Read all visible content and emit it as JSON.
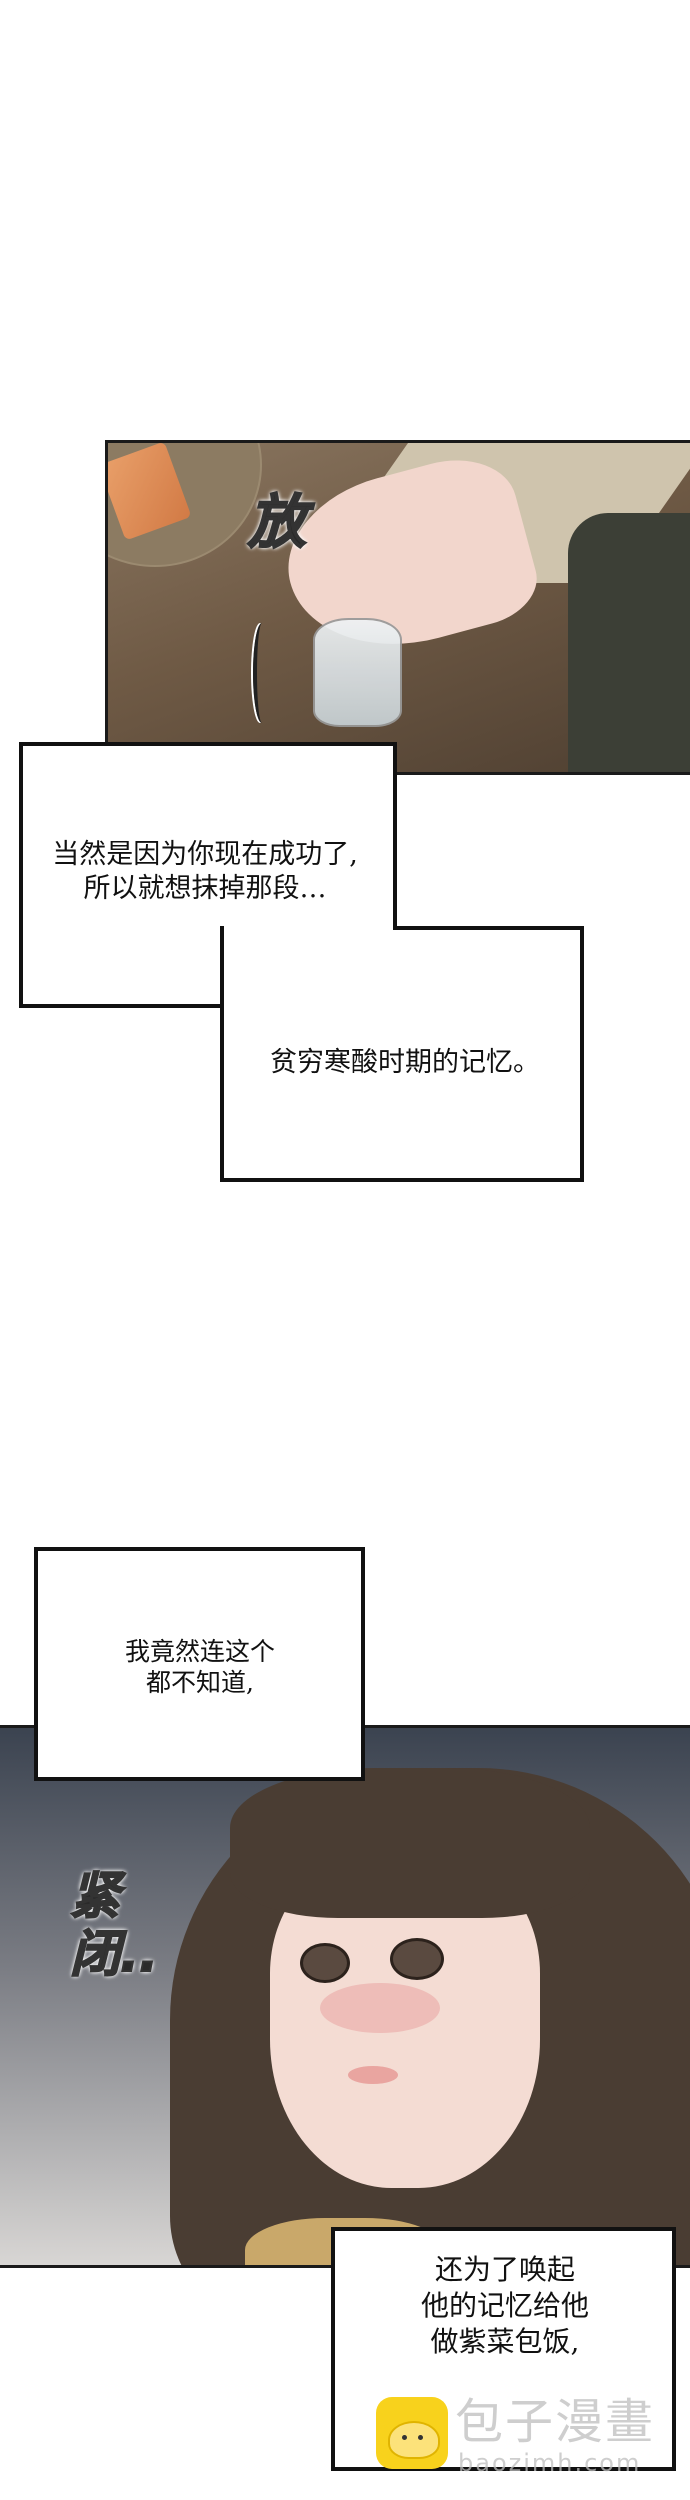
{
  "panels": [
    {
      "sfx": "放",
      "captions": [
        "当然是因为你现在成功了,\n所以就想抹掉那段…",
        "贫穷寒酸时期的记忆。"
      ]
    },
    {
      "sfx": "紧闭..",
      "captions": [
        "我竟然连这个\n都不知道,",
        "还为了唤起\n他的记忆给他\n做紫菜包饭,"
      ]
    }
  ],
  "watermark": {
    "name": "包子漫畫",
    "url": "baozimh.com"
  }
}
